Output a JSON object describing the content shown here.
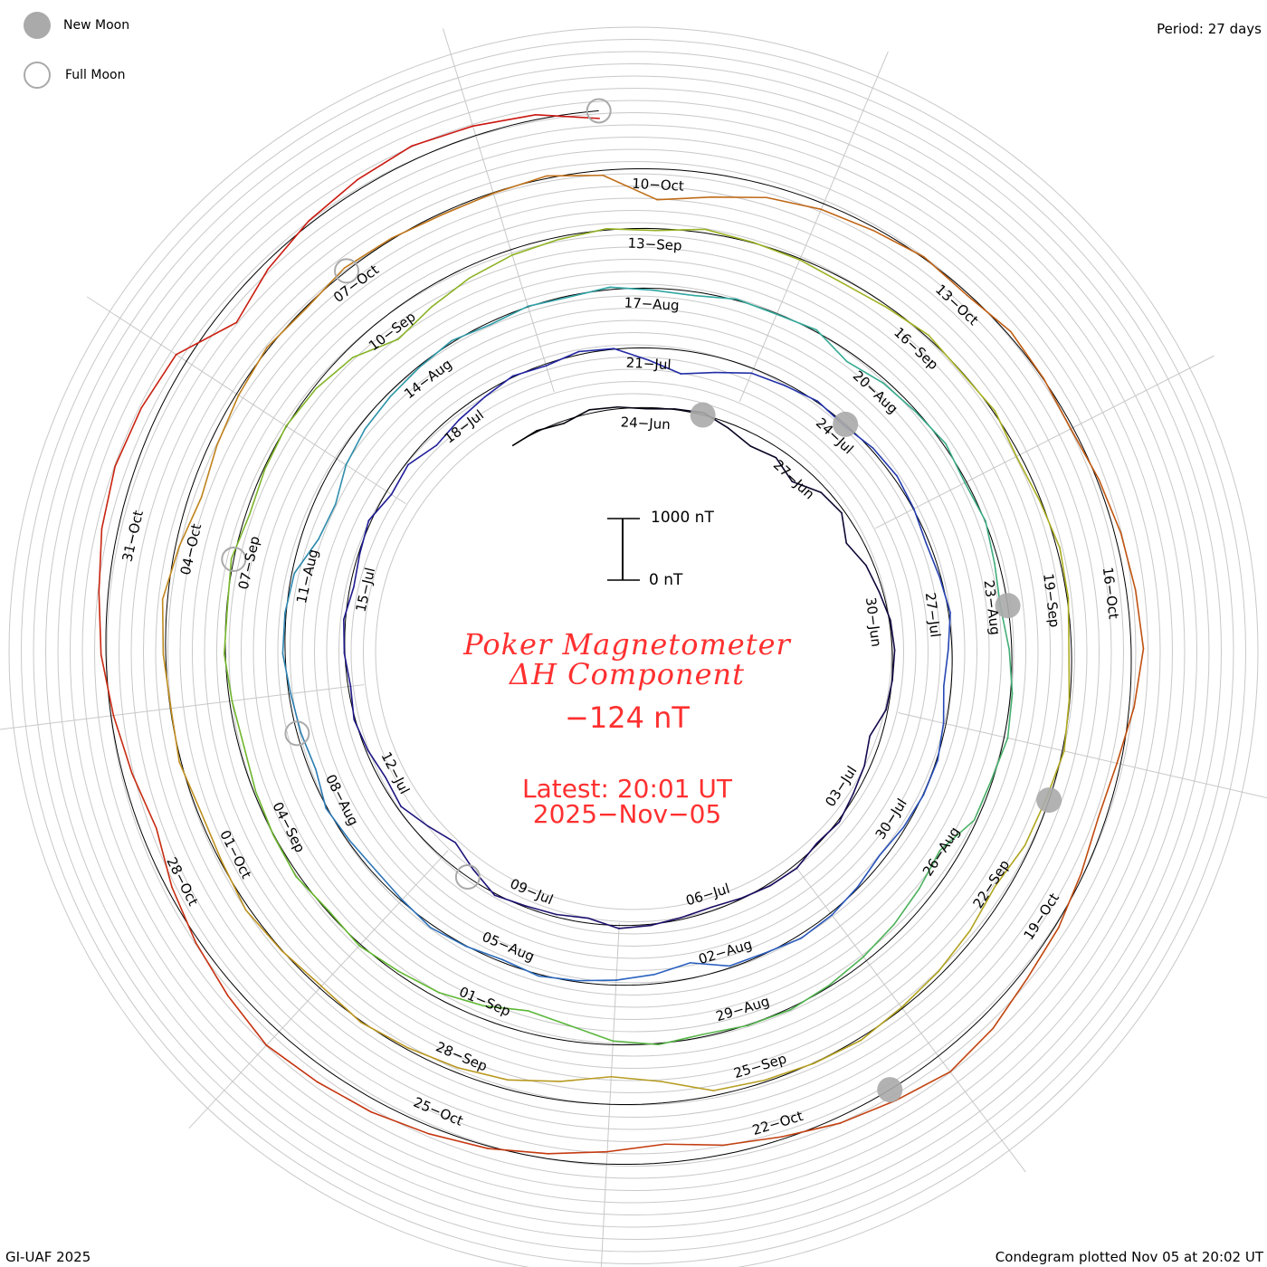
{
  "legend": {
    "new_moon": "New Moon",
    "full_moon": "Full Moon"
  },
  "period": "Period: 27 days",
  "footer_left": "GI-UAF 2025",
  "footer_right": "Condegram plotted Nov 05 at 20:02 UT",
  "center": {
    "title_line1": "Poker Magnetometer",
    "title_line2": "ΔH Component",
    "current_value": "−124 nT",
    "latest_line1": "Latest: 20:01 UT",
    "latest_line2": "2025−Nov−05"
  },
  "scale": {
    "top_label": "1000 nT",
    "bottom_label": "0 nT",
    "top_value": 1000,
    "bottom_value": 0
  },
  "chart_data": {
    "type": "line",
    "subtype": "spiral-condegram",
    "title": "Poker Magnetometer ΔH Component",
    "period_days": 27,
    "units": "nT",
    "x_origin": "24-Jun",
    "x_start_days": -2.5,
    "x_step_days": 0.5,
    "values": [
      0,
      20,
      -40,
      60,
      30,
      -20,
      10,
      40,
      -80,
      -200,
      -150,
      -300,
      -100,
      -50,
      -250,
      -120,
      -60,
      20,
      40,
      10,
      -30,
      -180,
      -90,
      -40,
      30,
      -20,
      60,
      40,
      -10,
      -60,
      -30,
      20,
      50,
      -80,
      -40,
      -20,
      30,
      -150,
      -320,
      -200,
      -60,
      -100,
      -30,
      20,
      -40,
      10,
      30,
      -60,
      -20,
      40,
      -90,
      -40,
      -180,
      -120,
      -60,
      20,
      -30,
      50,
      10,
      -200,
      -380,
      -250,
      -80,
      -40,
      20,
      -30,
      40,
      60,
      10,
      -50,
      -20,
      30,
      -60,
      -120,
      -40,
      20,
      10,
      -30,
      -90,
      -20,
      40,
      60,
      -10,
      -30,
      -250,
      -150,
      -80,
      -20,
      30,
      -40,
      10,
      50,
      -20,
      -60,
      -30,
      20,
      -100,
      -60,
      -30,
      40,
      20,
      -40,
      -280,
      -330,
      -180,
      -100,
      -60,
      -20,
      30,
      -40,
      10,
      -20,
      40,
      -30,
      -60,
      20,
      -10,
      30,
      -150,
      -60,
      -20,
      40,
      -30,
      10,
      -70,
      -120,
      -40,
      30,
      60,
      -20,
      -40,
      -300,
      -220,
      -140,
      -80,
      -20,
      30,
      10,
      -40,
      20,
      -60,
      -250,
      -350,
      -200,
      -90,
      -40,
      30,
      -20,
      50,
      10,
      -30,
      -80,
      -40,
      20,
      -10,
      40,
      -60,
      -20,
      10,
      -40,
      -150,
      -420,
      -300,
      -180,
      -90,
      -40,
      20,
      -30,
      60,
      10,
      -20,
      -70,
      -30,
      40,
      -10,
      30,
      -60,
      -20,
      50,
      20,
      -40,
      -10,
      30,
      -50,
      -90,
      -200,
      -120,
      -60,
      -20,
      40,
      10,
      -30,
      -80,
      -350,
      -450,
      -300,
      -150,
      -80,
      -30,
      20,
      -40,
      10,
      60,
      -20,
      -50,
      30,
      -10,
      40,
      80,
      -60,
      -200,
      -120,
      -40,
      30,
      -20,
      60,
      20,
      -30,
      -10,
      40,
      -80,
      -500,
      -380,
      -200,
      -100,
      -50,
      20,
      -30,
      60,
      10,
      -40,
      30,
      100,
      150,
      200,
      80,
      -60,
      -120,
      -40,
      60,
      120,
      250,
      320,
      200,
      100,
      -40,
      -150,
      -300,
      -200,
      -80,
      40,
      120,
      200,
      250,
      300,
      180,
      60,
      -80,
      -250,
      -150,
      -40,
      80,
      150,
      260,
      320,
      280,
      200,
      -300,
      -100,
      50,
      150,
      220,
      160,
      80,
      -124
    ],
    "color_stops": [
      {
        "t": -2.5,
        "color": "#000000"
      },
      {
        "t": 10,
        "color": "#1a0a5a"
      },
      {
        "t": 25,
        "color": "#2020a0"
      },
      {
        "t": 40,
        "color": "#2a60c0"
      },
      {
        "t": 55,
        "color": "#30a8a0"
      },
      {
        "t": 70,
        "color": "#60b830"
      },
      {
        "t": 85,
        "color": "#a8b020"
      },
      {
        "t": 100,
        "color": "#c09020"
      },
      {
        "t": 115,
        "color": "#c05010"
      },
      {
        "t": 136,
        "color": "#cc1010"
      }
    ],
    "date_labels": [
      {
        "label": "24−Jun",
        "t": 0
      },
      {
        "label": "27−Jun",
        "t": 3
      },
      {
        "label": "30−Jun",
        "t": 6
      },
      {
        "label": "03−Jul",
        "t": 9
      },
      {
        "label": "06−Jul",
        "t": 12
      },
      {
        "label": "09−Jul",
        "t": 15
      },
      {
        "label": "12−Jul",
        "t": 18
      },
      {
        "label": "15−Jul",
        "t": 21
      },
      {
        "label": "18−Jul",
        "t": 24
      },
      {
        "label": "21−Jul",
        "t": 27
      },
      {
        "label": "24−Jul",
        "t": 30
      },
      {
        "label": "27−Jul",
        "t": 33
      },
      {
        "label": "30−Jul",
        "t": 36
      },
      {
        "label": "02−Aug",
        "t": 39
      },
      {
        "label": "05−Aug",
        "t": 42
      },
      {
        "label": "08−Aug",
        "t": 45
      },
      {
        "label": "11−Aug",
        "t": 48
      },
      {
        "label": "14−Aug",
        "t": 51
      },
      {
        "label": "17−Aug",
        "t": 54
      },
      {
        "label": "20−Aug",
        "t": 57
      },
      {
        "label": "23−Aug",
        "t": 60
      },
      {
        "label": "26−Aug",
        "t": 63
      },
      {
        "label": "29−Aug",
        "t": 66
      },
      {
        "label": "01−Sep",
        "t": 69
      },
      {
        "label": "04−Sep",
        "t": 72
      },
      {
        "label": "07−Sep",
        "t": 75
      },
      {
        "label": "10−Sep",
        "t": 78
      },
      {
        "label": "13−Sep",
        "t": 81
      },
      {
        "label": "16−Sep",
        "t": 84
      },
      {
        "label": "19−Sep",
        "t": 87
      },
      {
        "label": "22−Sep",
        "t": 90
      },
      {
        "label": "25−Sep",
        "t": 93
      },
      {
        "label": "28−Sep",
        "t": 96
      },
      {
        "label": "01−Oct",
        "t": 99
      },
      {
        "label": "04−Oct",
        "t": 102
      },
      {
        "label": "07−Oct",
        "t": 105
      },
      {
        "label": "10−Oct",
        "t": 108
      },
      {
        "label": "13−Oct",
        "t": 111
      },
      {
        "label": "16−Oct",
        "t": 114
      },
      {
        "label": "19−Oct",
        "t": 117
      },
      {
        "label": "22−Oct",
        "t": 120
      },
      {
        "label": "25−Oct",
        "t": 123
      },
      {
        "label": "28−Oct",
        "t": 126
      },
      {
        "label": "31−Oct",
        "t": 129
      }
    ],
    "new_moons_t": [
      1,
      30,
      60,
      89,
      119
    ],
    "full_moons_t": [
      16,
      46,
      75,
      105,
      134.5
    ]
  }
}
